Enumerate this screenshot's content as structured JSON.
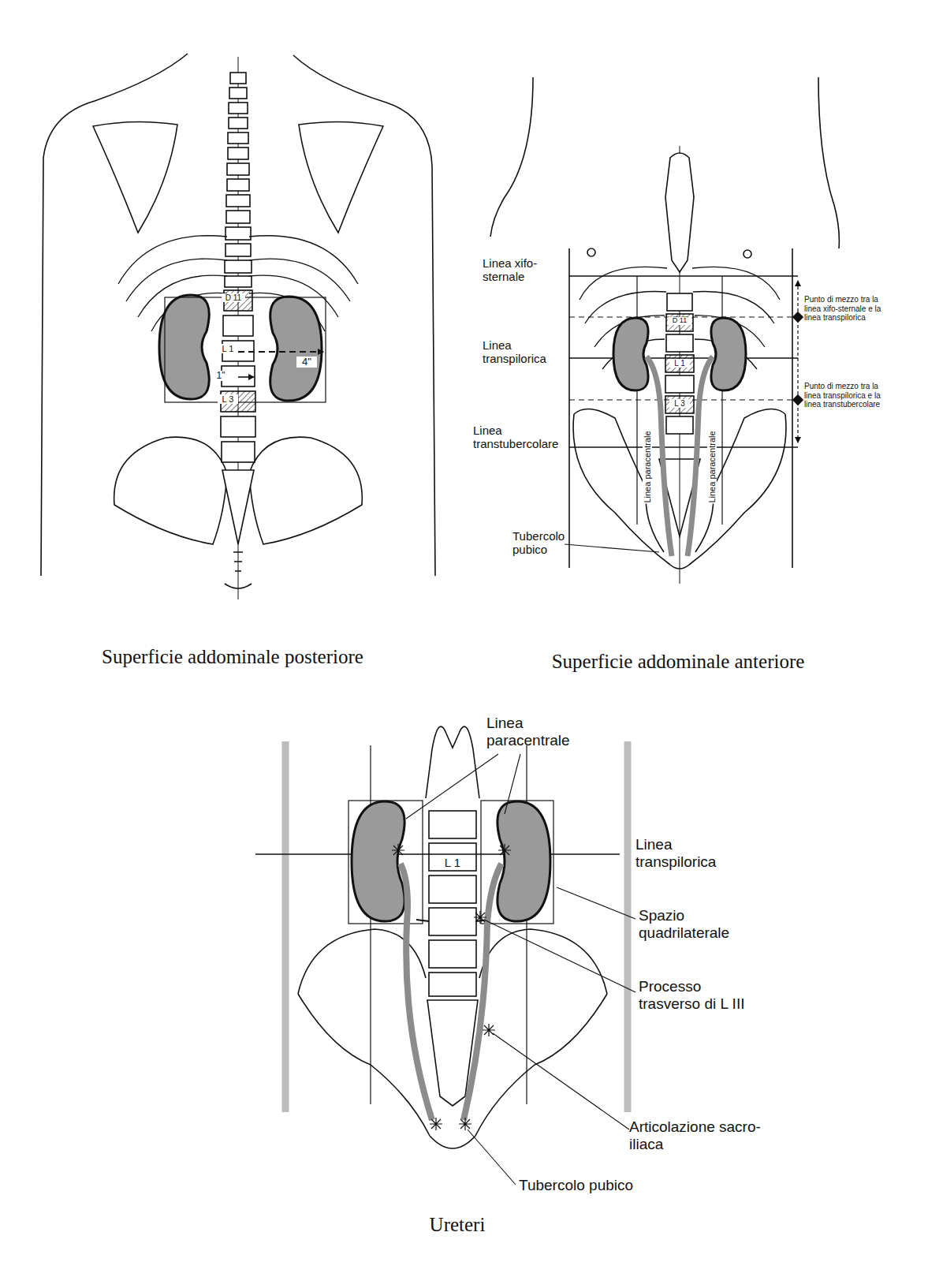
{
  "diagram": {
    "labels": [
      "D 11",
      "L 1",
      "4\"",
      "1\"",
      "L 3",
      "Superficie addominale posteriore",
      "Linea xifo-sternale",
      "Linea transpilorica",
      "Linea transtubercolare",
      "Tubercolo pubico",
      "Punto di mezzo tra la linea xifo-sternale e la linea transpilorica",
      "Punto di mezzo tra la linea transpilorica e la linea transtubercolare",
      "D 11",
      "L 1",
      "L 3",
      "Linea paracentrale",
      "Linea paracentrale",
      "Superficie addominale anteriore",
      "Linea paracentrale",
      "L 1",
      "Linea transpilorica",
      "Spazio quadrilaterale",
      "Processo trasverso di L III",
      "Articolazione sacro-iliaca",
      "Tubercolo pubico",
      "Ureteri"
    ]
  }
}
